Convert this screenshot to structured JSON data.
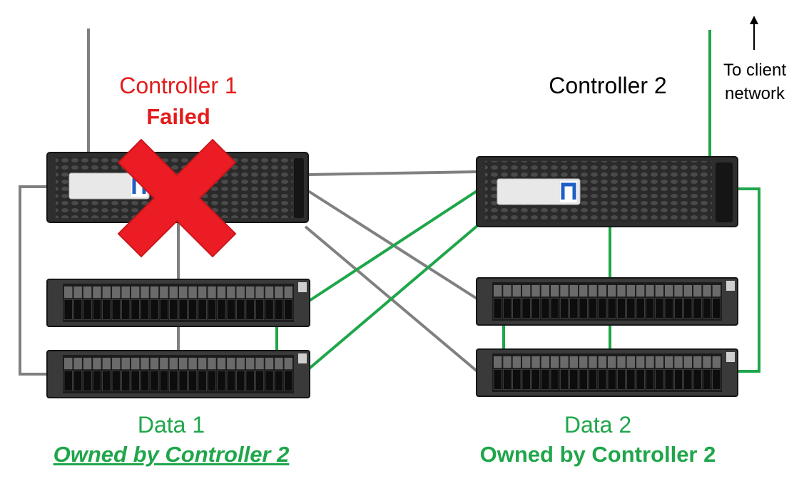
{
  "controller1": {
    "name": "Controller 1",
    "status": "Failed"
  },
  "controller2": {
    "name": "Controller 2"
  },
  "client_network": {
    "label_line1": "To client",
    "label_line2": "network"
  },
  "data1": {
    "name": "Data 1",
    "owner": "Owned by Controller 2"
  },
  "data2": {
    "name": "Data 2",
    "owner": "Owned by Controller 2"
  },
  "colors": {
    "failed": "#e31b1b",
    "active_path": "#1fa64a",
    "inactive_path": "#808080",
    "chassis": "#2e2e2e",
    "logo": "#1f5fc4"
  },
  "icons": {
    "failure_mark": "red-x-icon",
    "client_arrow": "arrow-up-icon",
    "brand": "netapp-logo-icon"
  }
}
